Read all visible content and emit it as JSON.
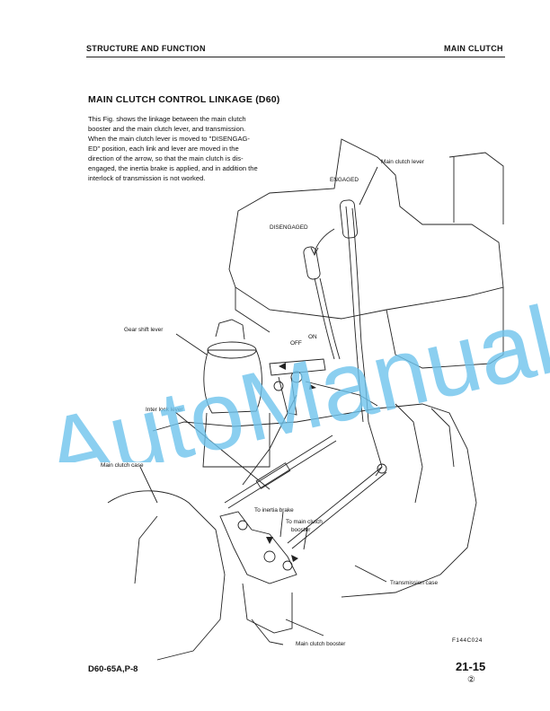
{
  "header": {
    "section": "STRUCTURE AND FUNCTION",
    "chapter": "MAIN CLUTCH"
  },
  "title": "MAIN CLUTCH CONTROL LINKAGE (D60)",
  "body_lines": [
    "This Fig. shows the linkage between the main clutch",
    "booster and the main clutch lever, and transmission.",
    "When the main clutch lever is moved to \"DISENGAG-",
    "ED\" position, each link and lever are moved in the",
    "direction of the arrow, so that the main clutch is dis-",
    "engaged, the inertia brake is applied, and in addition the",
    "interlock of transmission is not worked."
  ],
  "figure": {
    "labels": {
      "main_clutch_lever": "Main clutch lever",
      "engaged": "ENGAGED",
      "disengaged": "DISENGAGED",
      "gear_shift_lever": "Gear shift lever",
      "off": "OFF",
      "on": "ON",
      "inter_lock_lever": "Inter lock lever",
      "main_clutch_case": "Main clutch case",
      "to_inertia_brake": "To inertia brake",
      "to_main_clutch_booster_1": "To main clutch",
      "to_main_clutch_booster_2": "booster",
      "transmission_case": "Transmission case",
      "main_clutch_booster": "Main clutch booster",
      "fig_code": "F144C024"
    }
  },
  "watermark": "AutoManual",
  "watermark_color": "#6ec3ec",
  "footer": {
    "model": "D60-65A,P-8",
    "page": "21-15",
    "revision": "②"
  }
}
